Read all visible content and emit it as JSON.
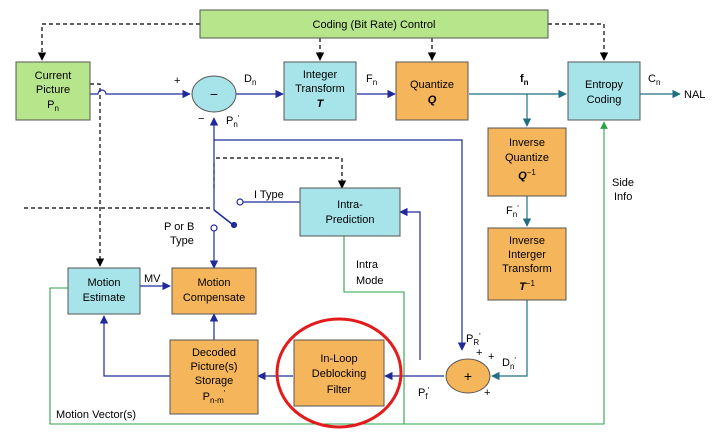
{
  "colors": {
    "green_box": "#b7e58c",
    "cyan_box": "#a6e4ea",
    "orange_box": "#f5b55a",
    "blue_line": "#1f2b9a",
    "teal_line": "#1f6f80",
    "green_line": "#2ea34a",
    "circle": "#e31b1b"
  },
  "boxes": {
    "rate_control": "Coding (Bit Rate) Control",
    "current_picture_1": "Current",
    "current_picture_2": "Picture",
    "current_picture_3": "P",
    "current_picture_3_sub": "n",
    "integer_transform_1": "Integer",
    "integer_transform_2": "Transform",
    "integer_transform_3": "T",
    "quantize_1": "Quantize",
    "quantize_2": "Q",
    "entropy_1": "Entropy",
    "entropy_2": "Coding",
    "inverse_quantize_1": "Inverse",
    "inverse_quantize_2": "Quantize",
    "inverse_quantize_3": "Q",
    "inverse_quantize_3_sup": "−1",
    "inverse_transform_1": "Inverse",
    "inverse_transform_2": "Interger",
    "inverse_transform_3": "Transform",
    "inverse_transform_4": "T",
    "inverse_transform_4_sup": "−1",
    "intra_prediction_1": "Intra-",
    "intra_prediction_2": "Prediction",
    "motion_estimate_1": "Motion",
    "motion_estimate_2": "Estimate",
    "motion_compensate_1": "Motion",
    "motion_compensate_2": "Compensate",
    "decoded_1": "Decoded",
    "decoded_2": "Picture(s)",
    "decoded_3": "Storage",
    "decoded_4": "P",
    "decoded_4_sub": "n-m",
    "decoded_4_sup": "'",
    "deblock_1": "In-Loop",
    "deblock_2": "Deblocking",
    "deblock_3": "Filter"
  },
  "signals": {
    "dn": "D",
    "dn_sub": "n",
    "fn_cap": "F",
    "fn_cap_sub": "n",
    "fn_small": "f",
    "fn_small_sub": "n",
    "cn": "C",
    "cn_sub": "n",
    "nal": "NAL",
    "pn_prime": "P",
    "pn_prime_sub": "n",
    "pn_prime_sup": "'",
    "fn_prime": "F",
    "fn_prime_sub": "n",
    "fn_prime_sup": "'",
    "dn_prime": "D",
    "dn_prime_sub": "n",
    "dn_prime_sup": "'",
    "pr_prime": "P",
    "pr_prime_sub": "R",
    "pr_prime_sup": "'",
    "pf_prime": "P",
    "pf_prime_sub": "f",
    "pf_prime_sup": "'",
    "side_info_1": "Side",
    "side_info_2": "Info",
    "i_type": "I Type",
    "p_or_b_1": "P or B",
    "p_or_b_2": "Type",
    "mv": "MV",
    "intra_mode_1": "Intra",
    "intra_mode_2": "Mode",
    "motion_vectors": "Motion Vector(s)",
    "plus": "+",
    "minus": "−"
  }
}
